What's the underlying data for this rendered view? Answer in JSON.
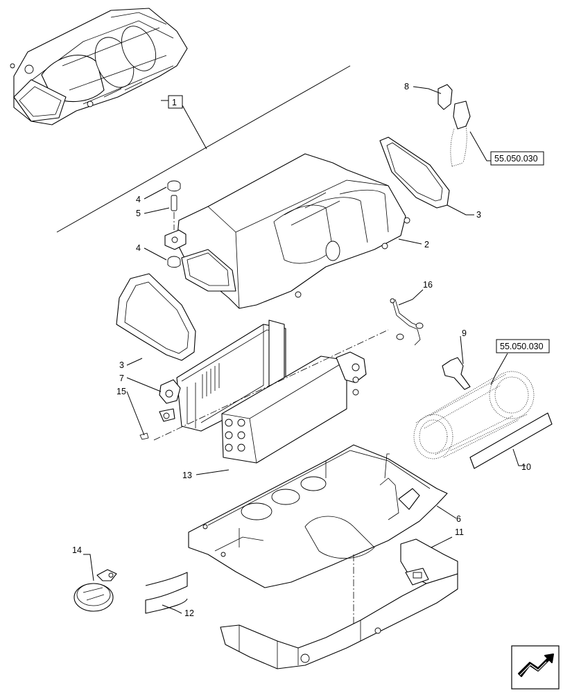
{
  "callouts": {
    "c1": "1",
    "c2": "2",
    "c3a": "3",
    "c3b": "3",
    "c4a": "4",
    "c4b": "4",
    "c5": "5",
    "c6": "6",
    "c7": "7",
    "c8": "8",
    "c9": "9",
    "c10": "10",
    "c11": "11",
    "c12": "12",
    "c13": "13",
    "c14": "14",
    "c15": "15",
    "c16": "16"
  },
  "references": {
    "ref_a": "55.050.030",
    "ref_b": "55.050.030"
  },
  "icons": {
    "nav": "next-page-arrow-icon"
  }
}
